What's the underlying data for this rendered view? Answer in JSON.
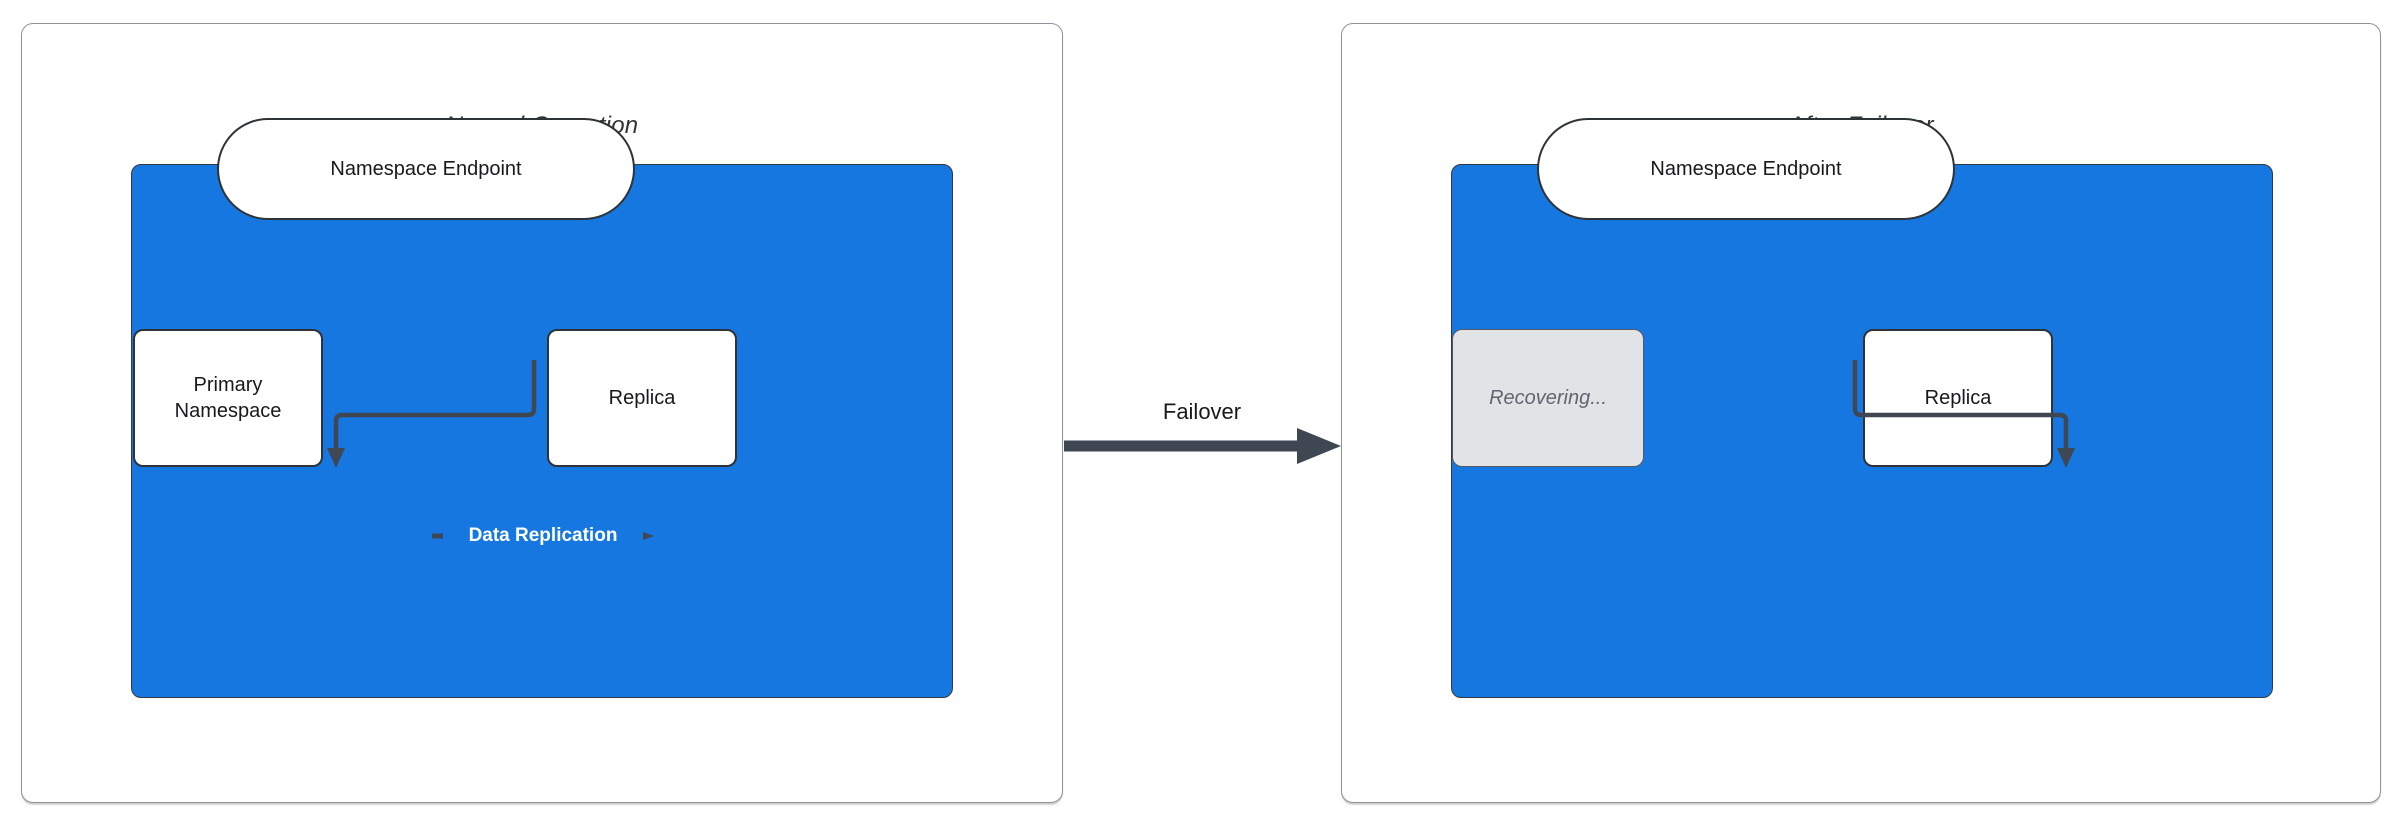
{
  "diagram": {
    "left_panel": {
      "title": "Normal Operation",
      "endpoint_label": "Namespace Endpoint",
      "primary_label": "Primary Namespace",
      "replica_label": "Replica",
      "replication_label": "Data Replication"
    },
    "right_panel": {
      "title": "After Failover",
      "endpoint_label": "Namespace Endpoint",
      "recovering_label": "Recovering...",
      "replica_label": "Replica"
    },
    "failover_label": "Failover"
  },
  "colors": {
    "container-blue": "#1677e0",
    "node-white": "#ffffff",
    "node-border": "#2e3338",
    "connector": "#3f4753",
    "recovering-fill": "#e2e3e6",
    "recovering-border": "#55595f",
    "recovering-text": "#5f6670",
    "panel-border": "#8f9399",
    "title-text": "#333333",
    "label-text": "#17191c",
    "replication-text": "#ffffff"
  }
}
